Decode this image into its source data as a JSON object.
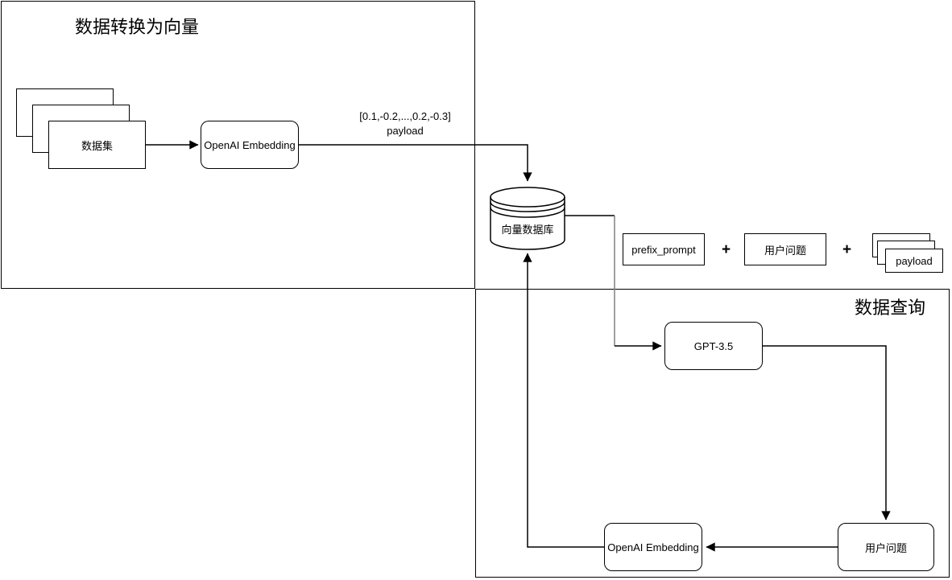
{
  "sections": {
    "convert": {
      "title": "数据转换为向量"
    },
    "query": {
      "title": "数据查询"
    }
  },
  "nodes": {
    "dataset": {
      "label": "数据集"
    },
    "openai_embedding_top": {
      "label": "OpenAI Embedding"
    },
    "vector_db": {
      "label": "向量数据库"
    },
    "prefix_prompt": {
      "label": "prefix_prompt"
    },
    "user_question_top": {
      "label": "用户问题"
    },
    "payload": {
      "label": "payload"
    },
    "gpt35": {
      "label": "GPT-3.5"
    },
    "openai_embedding_bottom": {
      "label": "OpenAI Embedding"
    },
    "user_question_bottom": {
      "label": "用户问题"
    }
  },
  "edge_labels": {
    "embedding_vector": "[0.1,-0.2,...,0.2,-0.3]",
    "payload": "payload"
  },
  "operators": {
    "plus_1": "+",
    "plus_2": "+"
  },
  "colors": {
    "stroke": "#000000",
    "connector_gray": "#808080",
    "background": "#ffffff"
  }
}
